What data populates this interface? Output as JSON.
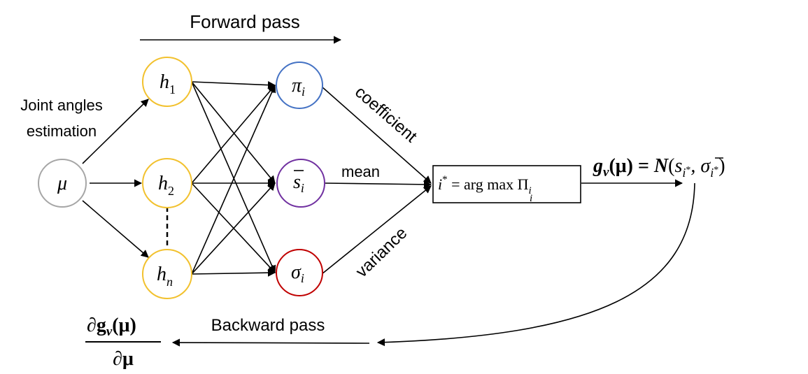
{
  "labels": {
    "forward_pass": "Forward pass",
    "backward_pass": "Backward pass",
    "joint_line1": "Joint angles",
    "joint_line2": "estimation",
    "coefficient": "coefficient",
    "mean": "mean",
    "variance": "variance"
  },
  "nodes": {
    "mu": "μ",
    "h1_base": "h",
    "h1_sub": "1",
    "h2_base": "h",
    "h2_sub": "2",
    "hn_base": "h",
    "hn_sub": "n",
    "pi_base": "π",
    "pi_sub": "i",
    "s_base": "s",
    "s_sub": "i",
    "sigma_base": "σ",
    "sigma_sub": "i"
  },
  "argmax": {
    "i": "i",
    "star": "*",
    "eq": " = arg max",
    "Pi": " Π",
    "sub": "i",
    "under": "i"
  },
  "output": {
    "g": "g",
    "v": "v",
    "paren_mu": "(μ) = ",
    "N": "N",
    "open": "(",
    "s": "s",
    "sub1": "i",
    "star1": "*",
    "comma": ", σ",
    "sub2": "i",
    "star2": "*",
    "close": ")"
  },
  "gradient": {
    "num_d": "∂g",
    "num_v": "v",
    "num_rest": "(μ)",
    "den": "∂μ"
  },
  "colors": {
    "hidden": "#f2c12e",
    "mu": "#a6a6a6",
    "pi": "#4472c4",
    "s": "#7030a0",
    "sigma": "#c00000"
  }
}
